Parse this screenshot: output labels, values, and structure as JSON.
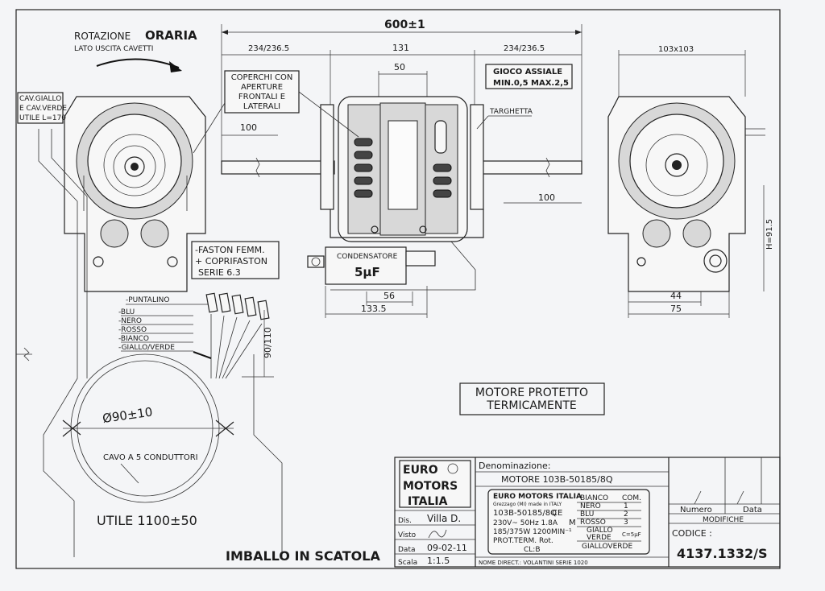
{
  "header": {
    "rotation_a": "ROTAZIONE",
    "rotation_b": "ORARIA",
    "cable_side": "LATO USCITA CAVETTI"
  },
  "dimensions": {
    "overall": "600±1",
    "left_shaft": "234/236.5",
    "body": "131",
    "right_shaft": "234/236.5",
    "inner": "50",
    "left_100": "100",
    "right_100": "100",
    "base_56": "56",
    "base_133": "133.5",
    "flange": "103x103",
    "height": "H=91.5",
    "side_44": "44",
    "side_75": "75",
    "lead_length": "90/110",
    "diameter": "Ø90±10"
  },
  "callouts": {
    "covers": [
      "COPERCHI CON",
      "APERTURE",
      "FRONTALI E",
      "LATERALI"
    ],
    "cable": [
      "CAV.GIALLO",
      "E CAV.VERDE",
      "UTILE L=170"
    ],
    "axial_play": [
      "GIOCO ASSIALE",
      "MIN.0,5 MAX.2,5"
    ],
    "nameplate": "TARGHETTA",
    "capacitor": "CONDENSATORE",
    "capacitor_value": "5µF",
    "faston": [
      "-FASTON FEMM.",
      "+ COPRIFASTON",
      "SERIE 6.3"
    ],
    "tip": "-PUNTALINO",
    "wires": [
      "-BLU",
      "-NERO",
      "-ROSSO",
      "-BIANCO",
      "-GIALLO/VERDE"
    ],
    "cable_5": "CAVO A 5 CONDUTTORI",
    "useful": "UTILE 1100±50",
    "protected": [
      "MOTORE PROTETTO",
      "TERMICAMENTE"
    ],
    "packing": "IMBALLO IN SCATOLA"
  },
  "titleblock": {
    "logo": [
      "EURO",
      "MOTORS",
      "ITALIA"
    ],
    "denomination_label": "Denominazione:",
    "denomination": "MOTORE 103B-50185/8Q",
    "drawn_label": "Dis.",
    "drawn": "Villa D.",
    "checked_label": "Visto",
    "date_label": "Data",
    "date": "09-02-11",
    "scale_label": "Scala",
    "scale": "1:1.5",
    "plate_brand": "EURO MOTORS ITALIA",
    "plate_origin": "Grezzago (MI) made in ITALY",
    "plate_model": "103B-50185/8Q",
    "plate_ce": "CE",
    "plate_line1": "230V~ 50Hz 1.8A",
    "plate_line2": "185/375W 1200MIN⁻¹",
    "plate_line3": "PROT.TERM. Rot.",
    "plate_line4": "CL:B",
    "plate_m": "M",
    "plate_wiring": [
      {
        "color": "BIANCO",
        "code": "COM."
      },
      {
        "color": "NERO",
        "code": "1"
      },
      {
        "color": "BLU",
        "code": "2"
      },
      {
        "color": "ROSSO",
        "code": "3"
      }
    ],
    "plate_giallo": "GIALLO",
    "plate_verde": "VERDE",
    "plate_cap": "C=5µF",
    "plate_gv": "GIALLOVERDE",
    "direction_note": "NOME DIRECT.: VOLANTINI SERIE 1020",
    "numero_label": "Numero",
    "data_label": "Data",
    "modifiche_label": "MODIFICHE",
    "code_label": "CODICE :",
    "code": "4137.1332/S"
  }
}
